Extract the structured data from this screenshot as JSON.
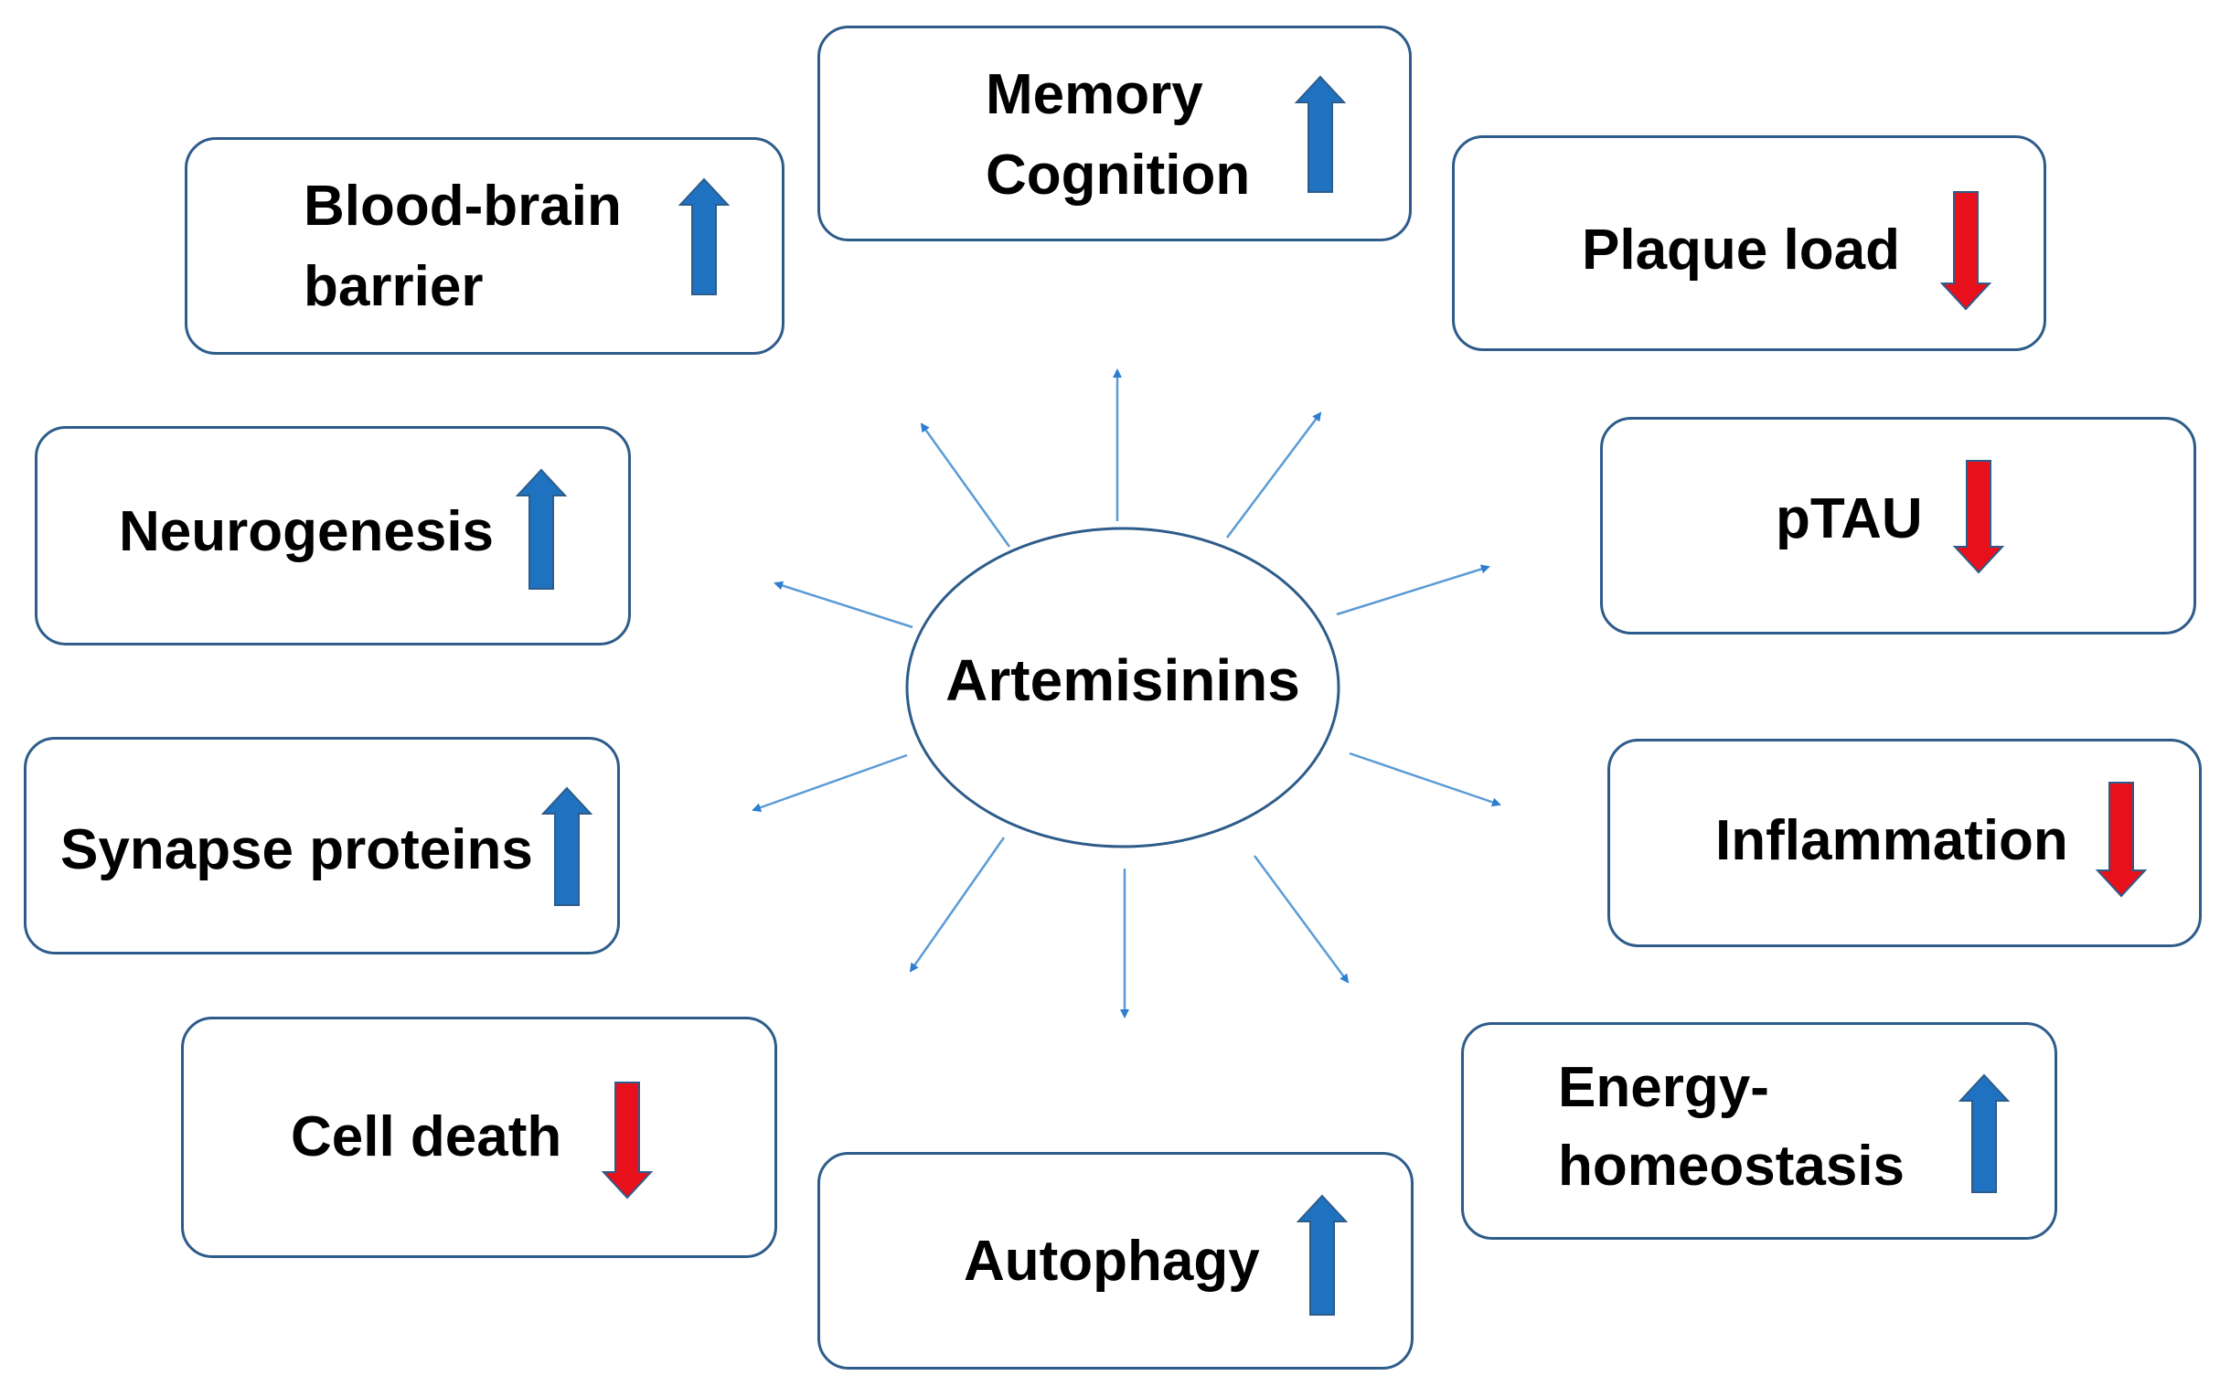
{
  "center": {
    "label": "Artemisinins"
  },
  "effects": [
    {
      "key": "memory",
      "lines": [
        "Memory",
        "Cognition"
      ],
      "direction": "up"
    },
    {
      "key": "bbb",
      "lines": [
        "Blood-brain",
        "barrier"
      ],
      "direction": "up"
    },
    {
      "key": "plaque",
      "lines": [
        "Plaque load"
      ],
      "direction": "down"
    },
    {
      "key": "neurogenesis",
      "lines": [
        "Neurogenesis"
      ],
      "direction": "up"
    },
    {
      "key": "ptau",
      "lines": [
        "pTAU"
      ],
      "direction": "down"
    },
    {
      "key": "synapse",
      "lines": [
        "Synapse proteins"
      ],
      "direction": "up"
    },
    {
      "key": "inflammation",
      "lines": [
        "Inflammation"
      ],
      "direction": "down"
    },
    {
      "key": "celldeath",
      "lines": [
        "Cell death"
      ],
      "direction": "down"
    },
    {
      "key": "energy",
      "lines": [
        "Energy-",
        "homeostasis"
      ],
      "direction": "up"
    },
    {
      "key": "autophagy",
      "lines": [
        "Autophagy"
      ],
      "direction": "up"
    }
  ],
  "colors": {
    "box_border": "#2E5C8A",
    "connector": "#5B9BD5",
    "up_arrow": "#1F72C0",
    "down_arrow": "#E8101A"
  }
}
